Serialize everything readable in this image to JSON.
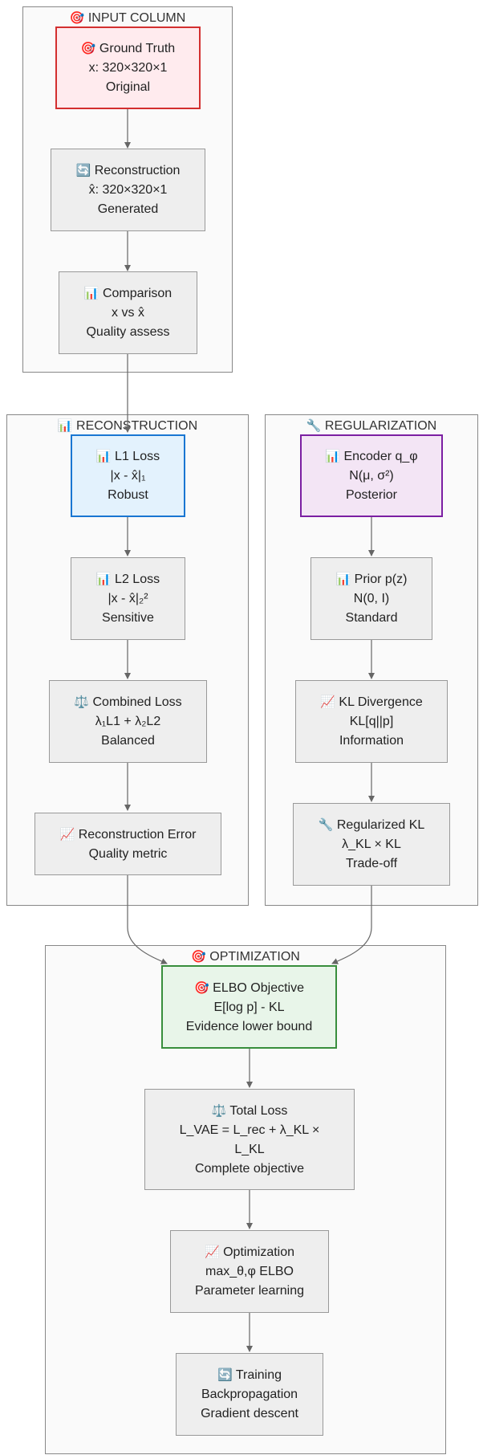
{
  "clusters": {
    "input": {
      "icon": "🎯",
      "title": "INPUT COLUMN"
    },
    "reconstruction": {
      "icon": "📊",
      "title": "RECONSTRUCTION"
    },
    "regularization": {
      "icon": "🔧",
      "title": "REGULARIZATION"
    },
    "optimization": {
      "icon": "🎯",
      "title": "OPTIMIZATION"
    }
  },
  "nodes": {
    "ground_truth": {
      "icon": "🎯",
      "lines": [
        "Ground Truth",
        "x: 320×320×1",
        "Original"
      ]
    },
    "reconstruction": {
      "icon": "🔄",
      "lines": [
        "Reconstruction",
        "x̂: 320×320×1",
        "Generated"
      ]
    },
    "comparison": {
      "icon": "📊",
      "lines": [
        "Comparison",
        "x vs x̂",
        "Quality assess"
      ]
    },
    "l1_loss": {
      "icon": "📊",
      "lines": [
        "L1 Loss",
        "|x - x̂|₁",
        "Robust"
      ]
    },
    "l2_loss": {
      "icon": "📊",
      "lines": [
        "L2 Loss",
        "|x - x̂|₂²",
        "Sensitive"
      ]
    },
    "combined_loss": {
      "icon": "⚖️",
      "lines": [
        "Combined Loss",
        "λ₁L1 + λ₂L2",
        "Balanced"
      ]
    },
    "recon_error": {
      "icon": "📈",
      "lines": [
        "Reconstruction Error",
        "Quality metric"
      ]
    },
    "encoder": {
      "icon": "📊",
      "lines": [
        "Encoder q_φ",
        "N(μ, σ²)",
        "Posterior"
      ]
    },
    "prior": {
      "icon": "📊",
      "lines": [
        "Prior p(z)",
        "N(0, I)",
        "Standard"
      ]
    },
    "kl_div": {
      "icon": "📈",
      "lines": [
        "KL Divergence",
        "KL[q||p]",
        "Information"
      ]
    },
    "reg_kl": {
      "icon": "🔧",
      "lines": [
        "Regularized KL",
        "λ_KL × KL",
        "Trade-off"
      ]
    },
    "elbo": {
      "icon": "🎯",
      "lines": [
        "ELBO Objective",
        "E[log p] - KL",
        "Evidence lower bound"
      ]
    },
    "total_loss": {
      "icon": "⚖️",
      "lines": [
        "Total Loss",
        "L_VAE = L_rec + λ_KL ×",
        "L_KL",
        "Complete objective"
      ]
    },
    "optimization": {
      "icon": "📈",
      "lines": [
        "Optimization",
        "max_θ,φ ELBO",
        "Parameter learning"
      ]
    },
    "training": {
      "icon": "🔄",
      "lines": [
        "Training",
        "Backpropagation",
        "Gradient descent"
      ]
    }
  },
  "colors": {
    "edge": "#666666",
    "ground_truth_border": "#d32f2f",
    "l1_border": "#1976d2",
    "encoder_border": "#7b1fa2",
    "elbo_border": "#388e3c"
  }
}
